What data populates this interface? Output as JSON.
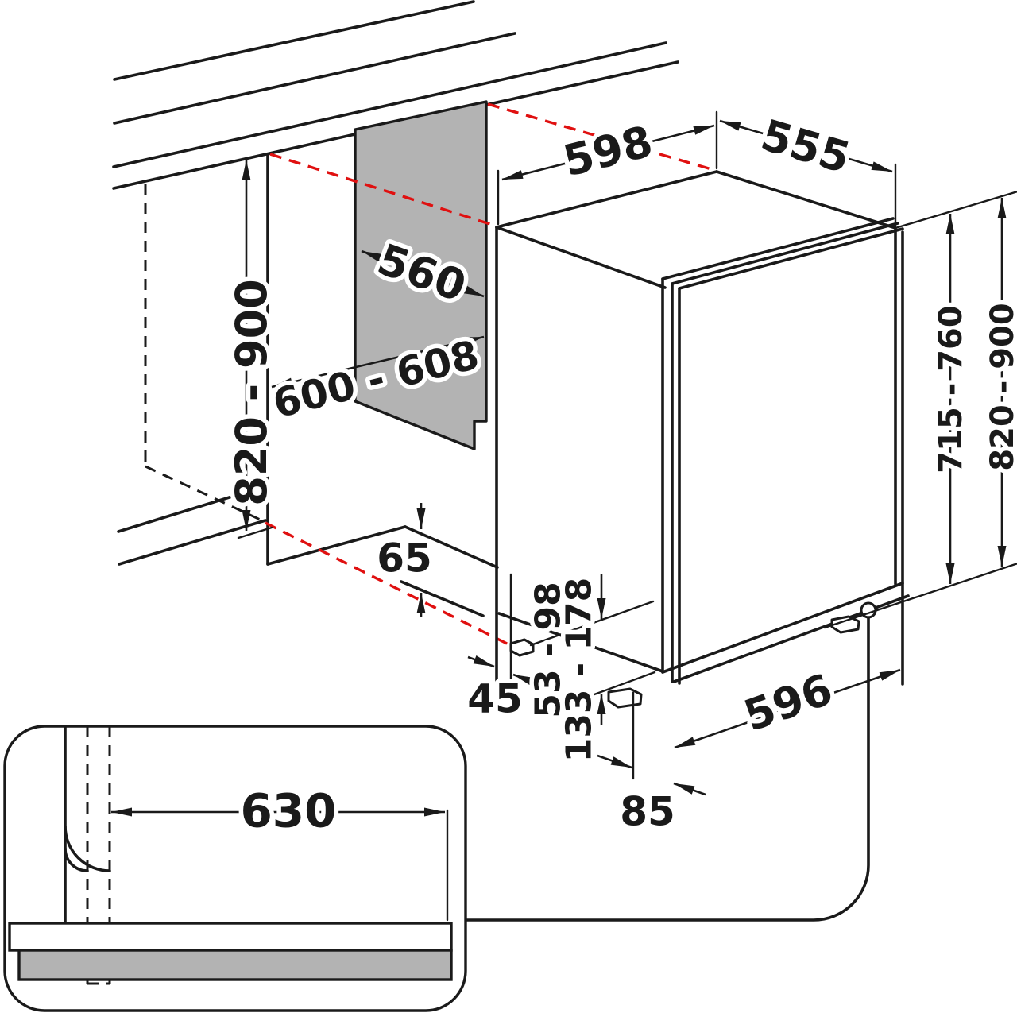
{
  "page": {
    "title": "Built-in dishwasher installation dimensions diagram",
    "background": "#ffffff"
  },
  "colors": {
    "line": "#1a1a1a",
    "alignment_line": "#e01010",
    "panel_fill": "#b3b3b3"
  },
  "labels": {
    "appliance_width": "598",
    "appliance_depth": "555",
    "niche_depth": "560",
    "niche_width": "600 - 608",
    "niche_height": "820 - 900",
    "appliance_height": "715 - 760",
    "appliance_height_door": "820 - 900",
    "floor_step": "65",
    "toe_offset": "45",
    "foot_range_low": "53 - 98",
    "foot_range_high": "133 - 178",
    "base_width": "596",
    "rear_foot_offset": "85",
    "hose_reach": "630"
  }
}
